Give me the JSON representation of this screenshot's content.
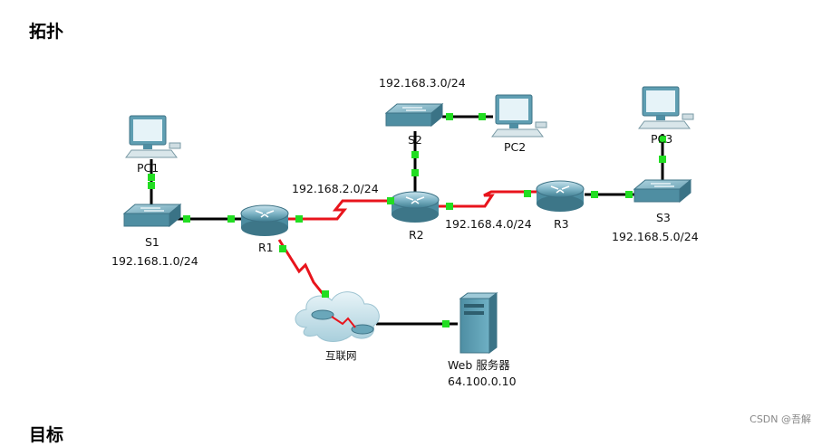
{
  "heading": "拓扑",
  "heading_next": "目标",
  "watermark": "CSDN @吾解",
  "labels": {
    "pc1": "PC1",
    "pc2": "PC2",
    "pc3": "PC3",
    "s1": "S1",
    "s2": "S2",
    "s3": "S3",
    "r1": "R1",
    "r2": "R2",
    "r3": "R3",
    "internet": "互联网",
    "web_server": "Web 服务器",
    "web_ip": "64.100.0.10",
    "net1": "192.168.1.0/24",
    "net2": "192.168.2.0/24",
    "net3": "192.168.3.0/24",
    "net4": "192.168.4.0/24",
    "net5": "192.168.5.0/24"
  },
  "colors": {
    "ethernet_link": "#000000",
    "serial_link": "#e8141c",
    "link_status": "#22dd22",
    "device_body": "#5b9bb0",
    "device_dark": "#3d7386"
  }
}
